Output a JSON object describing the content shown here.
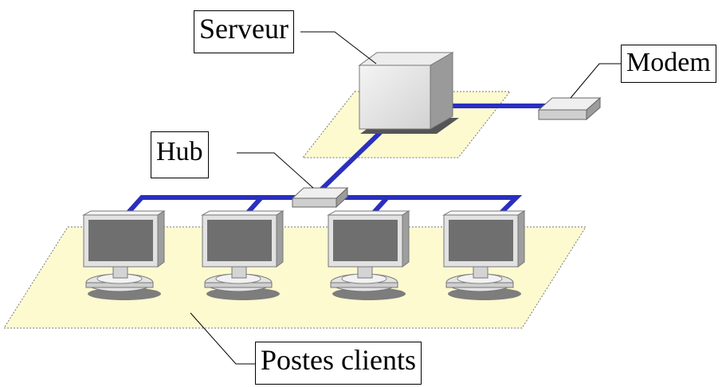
{
  "labels": {
    "server": "Serveur",
    "modem": "Modem",
    "hub": "Hub",
    "clients": "Postes clients"
  },
  "colors": {
    "cable": "#2a2fbf",
    "zone_fill": "#fdfad0",
    "device_gray": "#c8c8c8",
    "screen": "#6f6f6f",
    "shadow": "#7d7d7d"
  },
  "client_count": 4
}
